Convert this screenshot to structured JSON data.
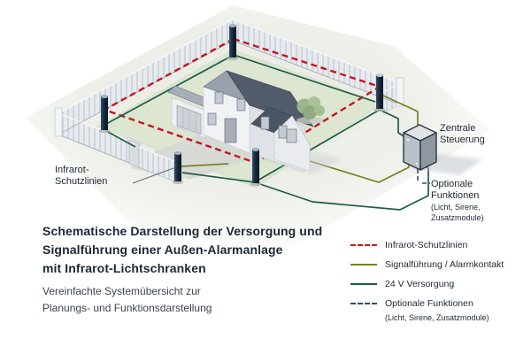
{
  "colors": {
    "c-red": "#c1191f",
    "c-olive": "#75801f",
    "c-green": "#1d5c49",
    "c-blue": "#2e4f66",
    "c-text": "#1d2734",
    "c-subtext": "#3a4450"
  },
  "scene": {
    "label_infrarot_line1": "Infrarot-",
    "label_infrarot_line2": "Schutzlinien",
    "label_zentrale_line1": "Zentrale",
    "label_zentrale_line2": "Steuerung",
    "label_optionale_line1": "Optionale",
    "label_optionale_line2": "Funktionen",
    "label_optionale_line3": "(Licht, Sirene,",
    "label_optionale_line4": "Zusatzmodule)"
  },
  "caption": {
    "title_line1": "Schematische Darstellung der Versorgung und",
    "title_line2": "Signalführung einer Außen-Alarmanlage",
    "title_line3": "mit Infrarot-Lichtschranken",
    "subtitle_line1": "Vereinfachte Systemübersicht zur",
    "subtitle_line2": "Planungs- und Funktionsdarstellung"
  },
  "legend": {
    "items": [
      {
        "label": "Infrarot-Schutzlinien",
        "color": "#c1191f",
        "style": "dashed"
      },
      {
        "label": "Signalführung / Alarmkontakt",
        "color": "#75801f",
        "style": "solid"
      },
      {
        "label": "24 V Versorgung",
        "color": "#1d5c49",
        "style": "solid"
      },
      {
        "label": "Optionale Funktionen",
        "sublabel": "(Licht, Sirene, Zusatzmodule)",
        "color": "#2e4f66",
        "style": "dashed"
      }
    ]
  }
}
